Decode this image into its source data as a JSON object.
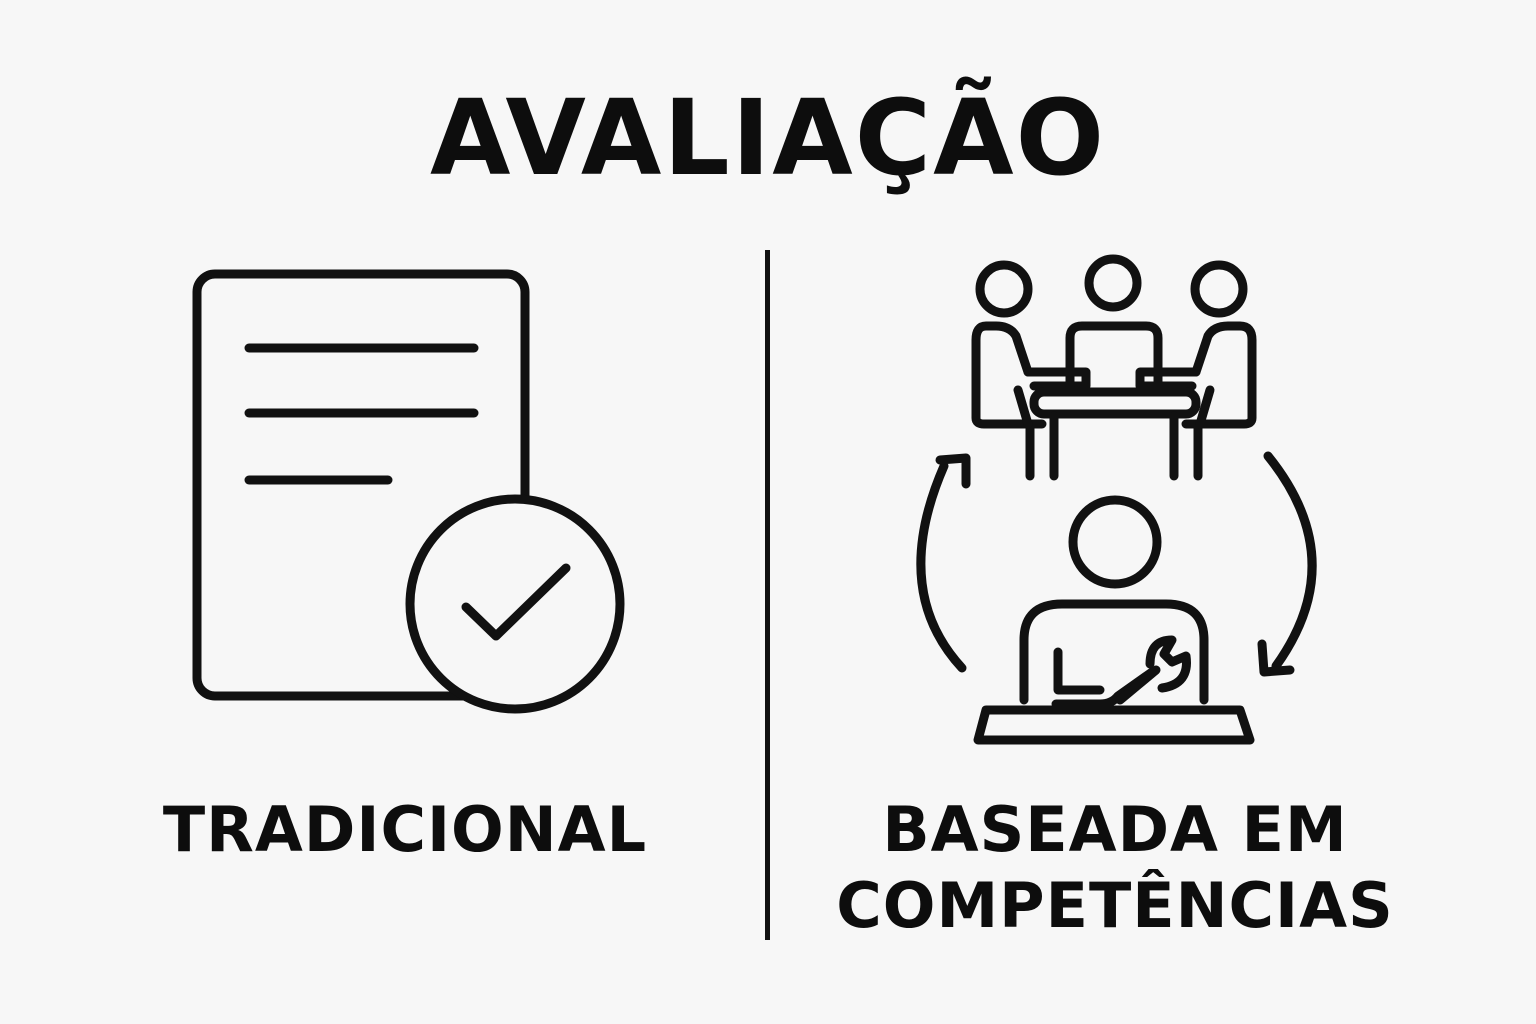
{
  "title": "AVALIAÇÃO",
  "left": {
    "label": "TRADICIONAL",
    "icon": "document-check-icon"
  },
  "right": {
    "label_line1": "BASEADA EM",
    "label_line2": "COMPETÊNCIAS",
    "icon": "team-meeting-cycle-icon"
  },
  "colors": {
    "background": "#f7f7f7",
    "ink": "#111111"
  }
}
